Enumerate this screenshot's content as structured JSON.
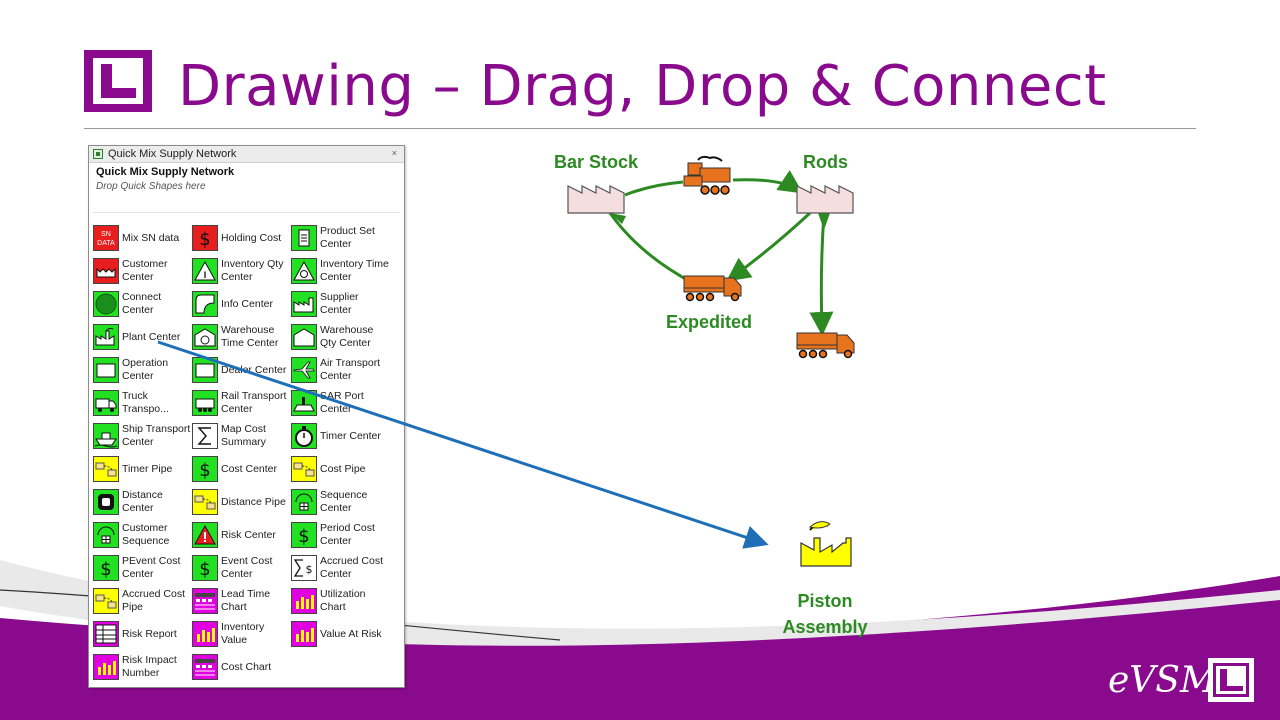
{
  "slide": {
    "title": "Drawing – Drag, Drop & Connect",
    "brand": "eVSM",
    "colors": {
      "title": "#8a0a8e",
      "band": "#8a0a8e",
      "diagram_label": "#2d8a23"
    }
  },
  "panel": {
    "title": "Quick Mix Supply Network",
    "close": "×",
    "header": "Quick Mix Supply Network",
    "drop_hint": "Drop Quick Shapes here",
    "shapes": [
      {
        "label": "Mix SN data",
        "icon": "sn-data-icon",
        "color": "red",
        "icon_text": "SN\nDATA"
      },
      {
        "label": "Holding Cost",
        "icon": "dollar-icon",
        "color": "red"
      },
      {
        "label": "Product Set Center",
        "icon": "product-set-icon",
        "color": "green"
      },
      {
        "label": "Customer Center",
        "icon": "customer-icon",
        "color": "red"
      },
      {
        "label": "Inventory Qty Center",
        "icon": "inventory-qty-icon",
        "color": "green"
      },
      {
        "label": "Inventory Time Center",
        "icon": "inventory-time-icon",
        "color": "green"
      },
      {
        "label": "Connect Center",
        "icon": "connect-icon",
        "color": "green"
      },
      {
        "label": "Info Center",
        "icon": "info-icon",
        "color": "green"
      },
      {
        "label": "Supplier Center",
        "icon": "factory-icon",
        "color": "green"
      },
      {
        "label": "Plant Center",
        "icon": "plant-icon",
        "color": "green"
      },
      {
        "label": "Warehouse Time Center",
        "icon": "warehouse-time-icon",
        "color": "green"
      },
      {
        "label": "Warehouse Qty Center",
        "icon": "warehouse-qty-icon",
        "color": "green"
      },
      {
        "label": "Operation Center",
        "icon": "operation-icon",
        "color": "green"
      },
      {
        "label": "Dealer Center",
        "icon": "dealer-icon",
        "color": "green"
      },
      {
        "label": "Air Transport Center",
        "icon": "plane-icon",
        "color": "green"
      },
      {
        "label": "Truck Transpo...",
        "icon": "truck-icon",
        "color": "green"
      },
      {
        "label": "Rail Transport Center",
        "icon": "train-icon",
        "color": "green"
      },
      {
        "label": "SAR Port Center",
        "icon": "port-icon",
        "color": "green"
      },
      {
        "label": "Ship Transport Center",
        "icon": "ship-icon",
        "color": "green"
      },
      {
        "label": "Map Cost Summary",
        "icon": "sigma-icon",
        "color": "white"
      },
      {
        "label": "Timer Center",
        "icon": "stopwatch-icon",
        "color": "green"
      },
      {
        "label": "Timer Pipe",
        "icon": "pipe-icon",
        "color": "yellow"
      },
      {
        "label": "Cost Center",
        "icon": "dollar-icon",
        "color": "green"
      },
      {
        "label": "Cost Pipe",
        "icon": "pipe-icon",
        "color": "yellow"
      },
      {
        "label": "Distance Center",
        "icon": "distance-icon",
        "color": "green"
      },
      {
        "label": "Distance Pipe",
        "icon": "pipe-icon",
        "color": "yellow"
      },
      {
        "label": "Sequence Center",
        "icon": "sequence-icon",
        "color": "green"
      },
      {
        "label": "Customer Sequence",
        "icon": "sequence-icon",
        "color": "green"
      },
      {
        "label": "Risk Center",
        "icon": "warning-icon",
        "color": "green"
      },
      {
        "label": "Period Cost Center",
        "icon": "dollar-icon",
        "color": "green"
      },
      {
        "label": "PEvent Cost Center",
        "icon": "dollar-icon",
        "color": "green"
      },
      {
        "label": "Event Cost Center",
        "icon": "dollar-icon",
        "color": "green"
      },
      {
        "label": "Accrued Cost Center",
        "icon": "sigma-dollar-icon",
        "color": "white"
      },
      {
        "label": "Accrued Cost Pipe",
        "icon": "pipe-icon",
        "color": "yellow"
      },
      {
        "label": "Lead Time Chart",
        "icon": "chart-icon",
        "color": "magenta"
      },
      {
        "label": "Utilization Chart",
        "icon": "bar-chart-icon",
        "color": "magenta"
      },
      {
        "label": "Risk Report",
        "icon": "table-icon",
        "color": "magenta"
      },
      {
        "label": "Inventory Value",
        "icon": "bar-chart-icon",
        "color": "magenta"
      },
      {
        "label": "Value At Risk",
        "icon": "bar-chart-icon",
        "color": "magenta"
      },
      {
        "label": "Risk Impact Number",
        "icon": "bar-chart-icon",
        "color": "magenta"
      },
      {
        "label": "Cost Chart",
        "icon": "chart-icon",
        "color": "magenta"
      }
    ]
  },
  "diagram": {
    "labels": {
      "bar_stock": "Bar Stock",
      "rods": "Rods",
      "expedited": "Expedited",
      "piston_assembly": "Piston Assembly"
    }
  }
}
